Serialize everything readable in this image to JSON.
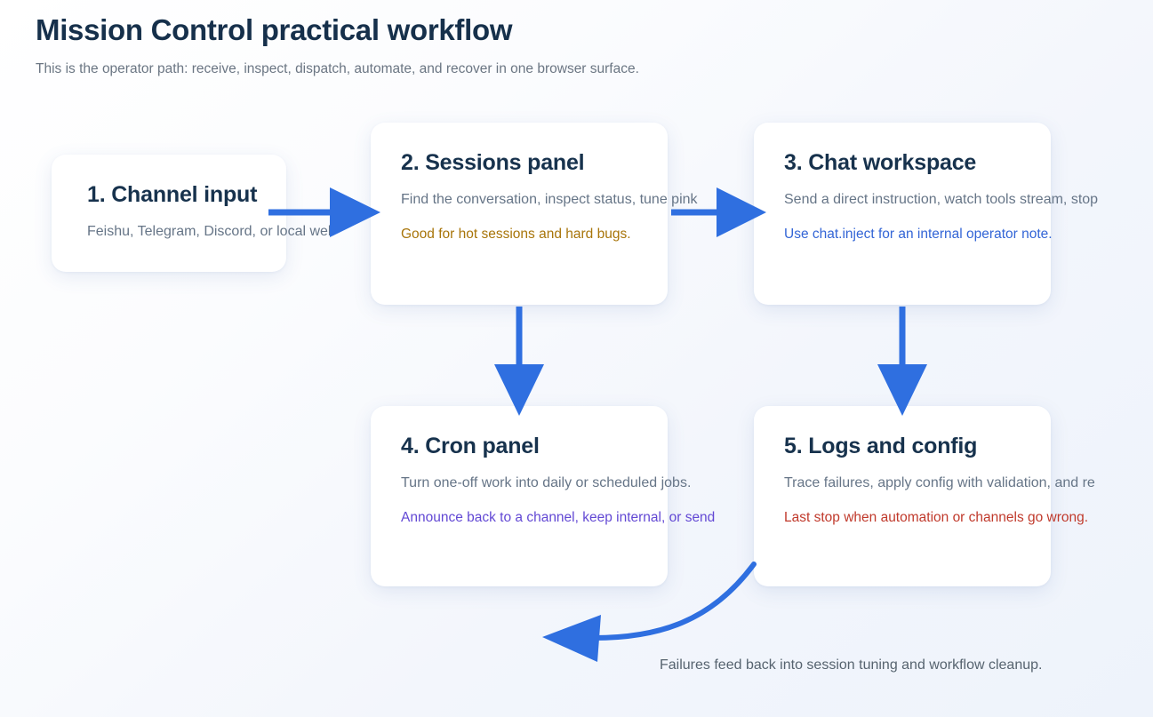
{
  "header": {
    "title": "Mission Control practical workflow",
    "subtitle": "This is the operator path: receive, inspect, dispatch, automate, and recover in one browser surface."
  },
  "theme": {
    "arrow_color": "#2f6fe0",
    "heading_color": "#17324d",
    "body_color": "#667587",
    "card_background": "#ffffff",
    "page_background": "#f3f6fc"
  },
  "nodes": [
    {
      "id": "card-1",
      "title": "1. Channel input",
      "desc": "Feishu, Telegram, Discord, or local web",
      "note": "",
      "note_color": ""
    },
    {
      "id": "card-2",
      "title": "2. Sessions panel",
      "desc": "Find the conversation, inspect status, tune pink",
      "note": "Good for hot sessions and hard bugs.",
      "note_color": "#a8750a"
    },
    {
      "id": "card-3",
      "title": "3. Chat workspace",
      "desc": "Send a direct instruction, watch tools stream, stop",
      "note": "Use chat.inject for an internal operator note.",
      "note_color": "#3365d6"
    },
    {
      "id": "card-4",
      "title": "4. Cron panel",
      "desc": "Turn one-off work into daily or scheduled jobs.",
      "note": "Announce back to a channel, keep internal, or send",
      "note_color": "#6248d4"
    },
    {
      "id": "card-5",
      "title": "5. Logs and config",
      "desc": "Trace failures, apply config with validation, and re",
      "note": "Last stop when automation or channels go wrong.",
      "note_color": "#c0392b"
    }
  ],
  "edges": [
    {
      "from": "card-1",
      "to": "card-2",
      "direction": "right",
      "label": ""
    },
    {
      "from": "card-2",
      "to": "card-3",
      "direction": "right",
      "label": ""
    },
    {
      "from": "card-2",
      "to": "card-4",
      "direction": "down",
      "label": ""
    },
    {
      "from": "card-3",
      "to": "card-5",
      "direction": "down",
      "label": ""
    },
    {
      "from": "card-5",
      "to": "card-2",
      "direction": "curved-left",
      "label": "Failures feed back into session tuning and workflow cleanup."
    }
  ],
  "feedback_caption": "Failures feed back into session tuning and workflow cleanup."
}
